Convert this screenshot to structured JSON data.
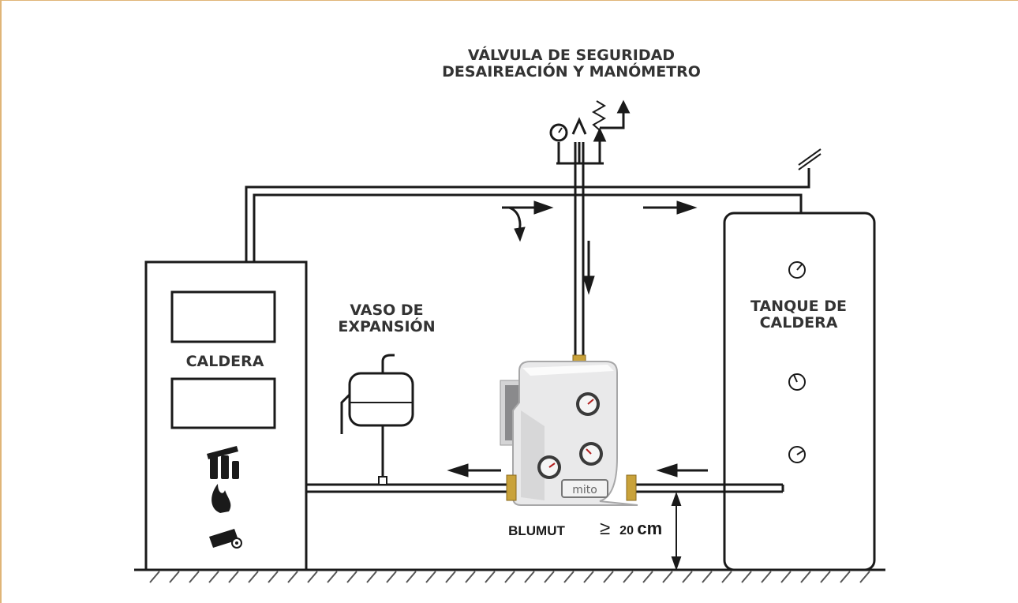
{
  "labels": {
    "valve_line1": "VÁLVULA DE SEGURIDAD",
    "valve_line2": "DESAIREACIÓN Y MANÓMETRO",
    "vessel_line1": "VASO DE",
    "vessel_line2": "EXPANSIÓN",
    "boiler": "CALDERA",
    "tank_line1": "TANQUE DE",
    "tank_line2": "CALDERA",
    "unit": "BLUMUT",
    "distance": "≥",
    "distance_value": "20",
    "distance_unit": "cm",
    "brand": "mito"
  },
  "colors": {
    "line": "#1a1a1a",
    "text": "#333333",
    "frame": "#e0b578",
    "brass": "#c9a23a",
    "body": "#e9e9ea"
  }
}
